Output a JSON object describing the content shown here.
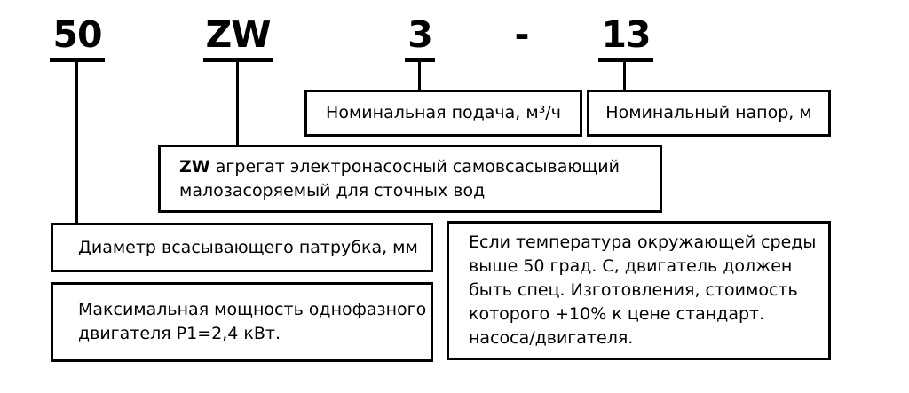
{
  "diagram": {
    "code": {
      "diameter_value": "50",
      "series_value": "ZW",
      "flow_value": "3",
      "separator": "-",
      "head_value": "13"
    },
    "callouts": {
      "supply_label": "Номинальная подача, м³/ч",
      "head_label": "Номинальный напор, м",
      "series_bold": "ZW",
      "series_line1_rest": " агрегат электронасосный самовсасывающий",
      "series_line2": "малозасоряемый для сточных вод",
      "diameter_label": "Диаметр всасывающего патрубка, мм",
      "power_line1": "Максимальная мощность однофазного",
      "power_line2": "двигателя P1=2,4 кВт.",
      "temperature_lines": [
        "Если температура окружающей среды",
        "выше 50 град. С, двигатель должен",
        "быть спец. Изготовления, стоимость",
        "которого +10% к цене стандарт.",
        "насоса/двигателя."
      ]
    },
    "colors": {
      "ink": "#000000",
      "background": "#ffffff"
    }
  }
}
